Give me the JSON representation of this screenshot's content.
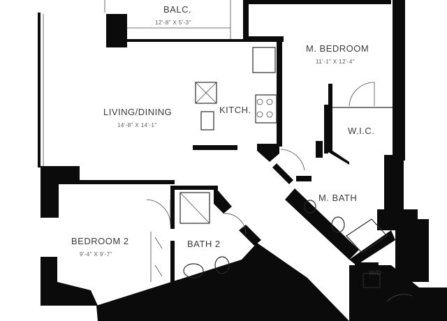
{
  "rooms": {
    "balcony": {
      "name": "BALC.",
      "dims": "12'-8\" X 5'-3\""
    },
    "master": {
      "name": "M. BEDROOM",
      "dims": "11'-1\" X 12'-4\""
    },
    "living": {
      "name": "LIVING/DINING",
      "dims": "14'-8\" X 14'-1\""
    },
    "kitchen": {
      "name": "KITCH."
    },
    "wic": {
      "name": "W.I.C."
    },
    "mbath": {
      "name": "M. BATH"
    },
    "bedroom2": {
      "name": "BEDROOM 2",
      "dims": "9'-4\" X 9'-7\""
    },
    "bath2": {
      "name": "BATH 2"
    },
    "wd": {
      "name": "W/D"
    }
  },
  "colors": {
    "wall": "#0b0b0b",
    "line": "#2a2a2a",
    "text": "#3a3a3a"
  }
}
